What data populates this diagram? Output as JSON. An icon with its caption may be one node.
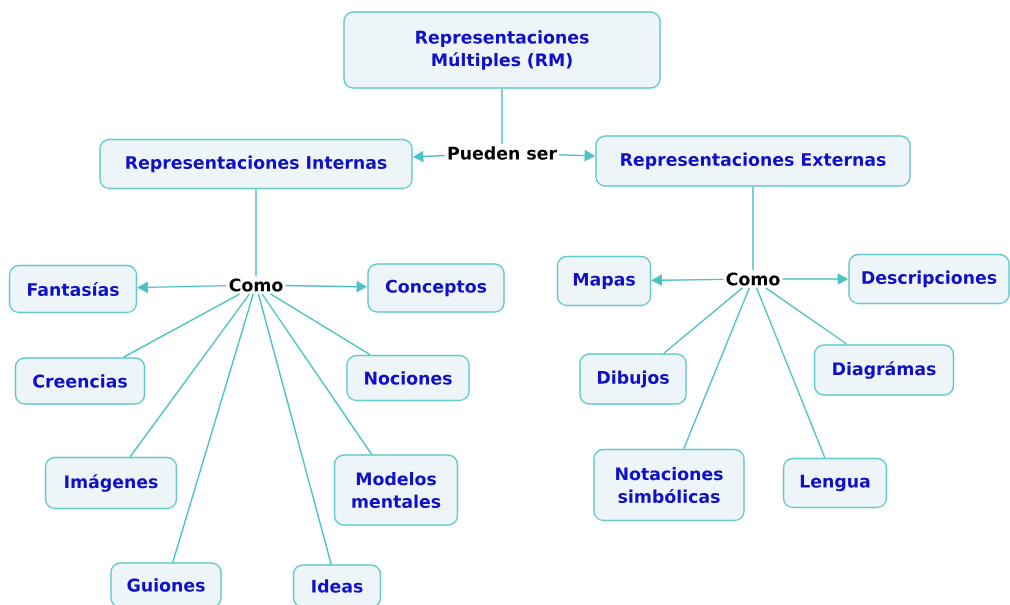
{
  "diagram": {
    "nodes": [
      {
        "text": [
          "Representaciones Múltiples (RM)"
        ]
      },
      {
        "text": [
          "Pueden ser"
        ]
      },
      {
        "text": [
          "Representaciones Internas"
        ]
      },
      {
        "text": [
          "Representaciones Externas"
        ]
      },
      {
        "text": [
          "Como"
        ]
      },
      {
        "text": [
          "Fantasías"
        ]
      },
      {
        "text": [
          "Conceptos"
        ]
      },
      {
        "text": [
          "Creencias"
        ]
      },
      {
        "text": [
          "Nociones"
        ]
      },
      {
        "text": [
          "Imágenes"
        ]
      },
      {
        "text": [
          "Modelos mentales"
        ]
      },
      {
        "text": [
          "Guiones"
        ]
      },
      {
        "text": [
          "Ideas"
        ]
      },
      {
        "text": [
          "Como"
        ]
      },
      {
        "text": [
          "Mapas"
        ]
      },
      {
        "text": [
          "Descripciones"
        ]
      },
      {
        "text": [
          "Dibujos"
        ]
      },
      {
        "text": [
          "Diagrámas"
        ]
      },
      {
        "text": [
          "Notaciones simbólicas"
        ]
      },
      {
        "text": [
          "Lengua"
        ]
      }
    ],
    "edges": [
      {
        "from": 0,
        "to": 1,
        "arrow": "none"
      },
      {
        "from": 1,
        "to": 2,
        "arrow": "to"
      },
      {
        "from": 1,
        "to": 3,
        "arrow": "to"
      },
      {
        "from": 2,
        "to": 4,
        "arrow": "none"
      },
      {
        "from": 4,
        "to": 5,
        "arrow": "to"
      },
      {
        "from": 4,
        "to": 6,
        "arrow": "to"
      },
      {
        "from": 4,
        "to": 7,
        "arrow": "none"
      },
      {
        "from": 4,
        "to": 8,
        "arrow": "none"
      },
      {
        "from": 4,
        "to": 9,
        "arrow": "none"
      },
      {
        "from": 4,
        "to": 10,
        "arrow": "none"
      },
      {
        "from": 4,
        "to": 11,
        "arrow": "none"
      },
      {
        "from": 4,
        "to": 12,
        "arrow": "none"
      },
      {
        "from": 3,
        "to": 13,
        "arrow": "none"
      },
      {
        "from": 13,
        "to": 14,
        "arrow": "to"
      },
      {
        "from": 13,
        "to": 15,
        "arrow": "to"
      },
      {
        "from": 13,
        "to": 16,
        "arrow": "none"
      },
      {
        "from": 13,
        "to": 17,
        "arrow": "none"
      },
      {
        "from": 13,
        "to": 18,
        "arrow": "none"
      },
      {
        "from": 13,
        "to": 19,
        "arrow": "none"
      }
    ]
  }
}
